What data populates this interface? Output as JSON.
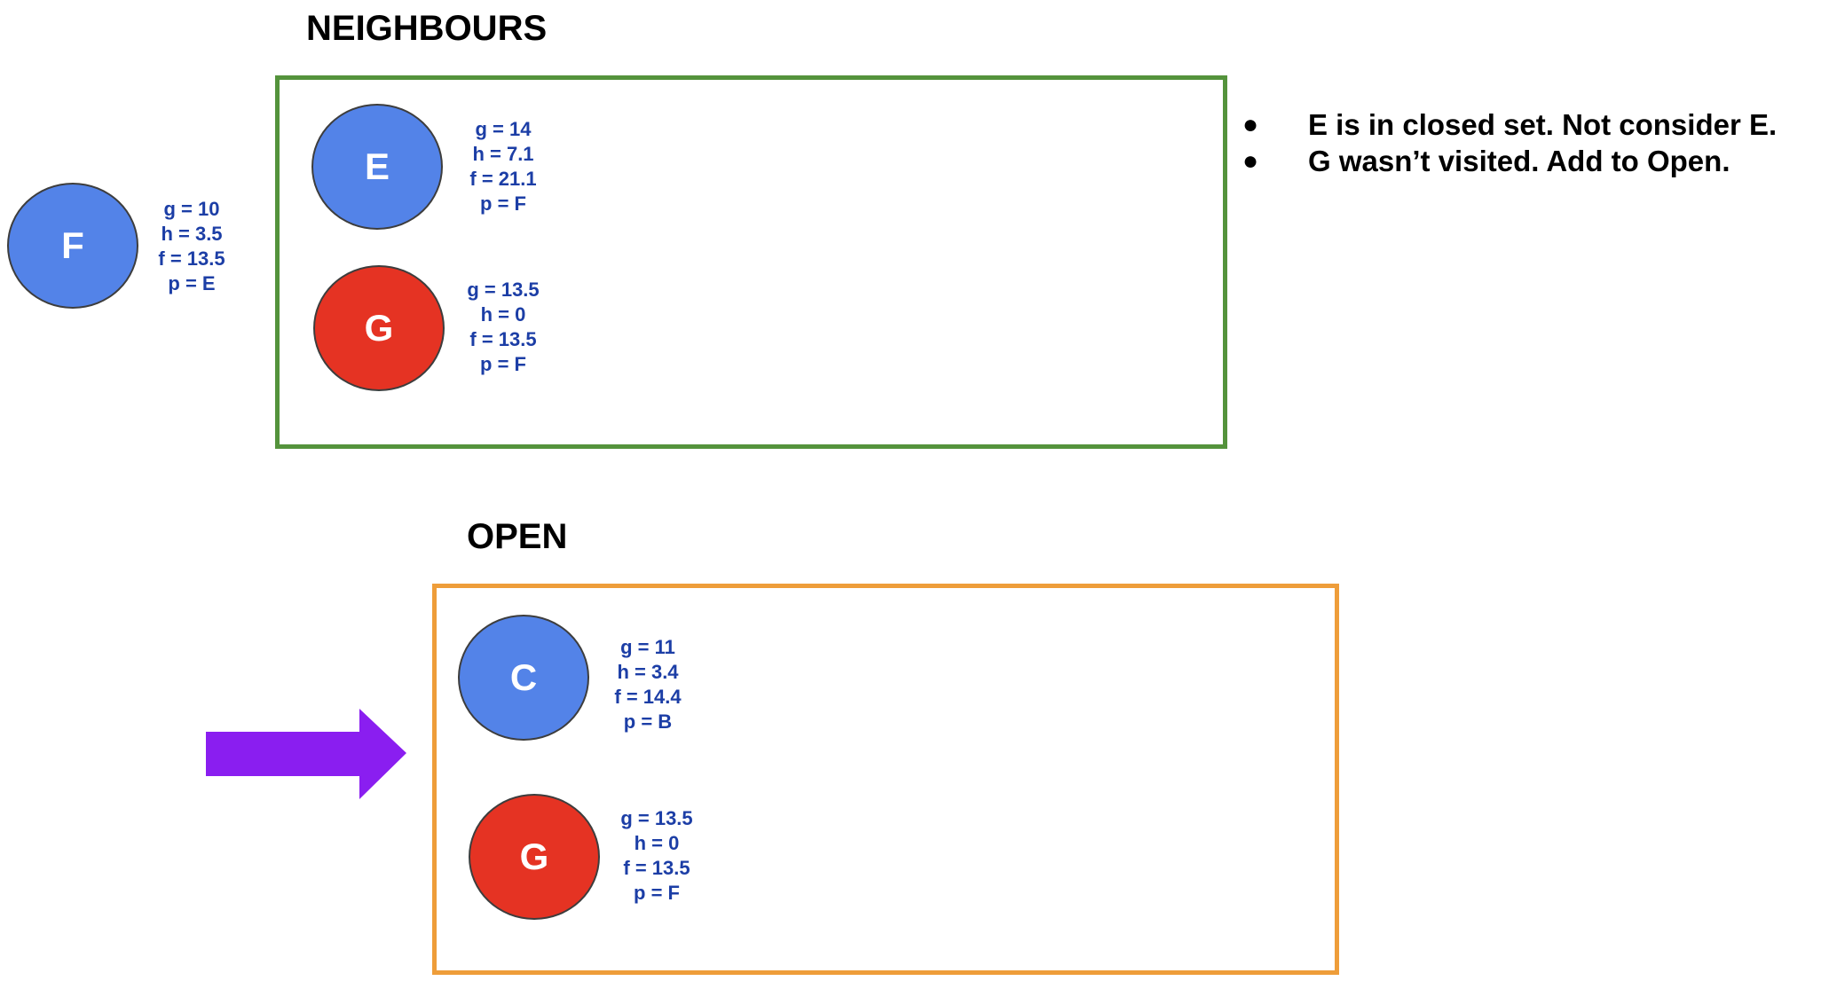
{
  "neighbours": {
    "title": "NEIGHBOURS",
    "border_color": "#54933c",
    "nodes": [
      {
        "label": "E",
        "color": "#5383e8",
        "g": "g = 14",
        "h": "h = 7.1",
        "f": "f = 21.1",
        "p": "p = F"
      },
      {
        "label": "G",
        "color": "#e53323",
        "g": "g = 13.5",
        "h": "h = 0",
        "f": "f = 13.5",
        "p": "p = F"
      }
    ]
  },
  "current": {
    "label": "F",
    "color": "#5383e8",
    "g": "g = 10",
    "h": "h = 3.5",
    "f": "f = 13.5",
    "p": "p = E"
  },
  "notes": [
    "E is in closed set. Not consider E.",
    "G wasn’t visited. Add to Open."
  ],
  "open": {
    "title": "OPEN",
    "border_color": "#ee9d3a",
    "nodes": [
      {
        "label": "C",
        "color": "#5383e8",
        "g": "g = 11",
        "h": "h = 3.4",
        "f": "f = 14.4",
        "p": "p = B"
      },
      {
        "label": "G",
        "color": "#e53323",
        "g": "g = 13.5",
        "h": "h = 0",
        "f": "f = 13.5",
        "p": "p = F"
      }
    ]
  },
  "arrow": {
    "color": "#8a1ef0",
    "icon": "right-arrow-icon"
  }
}
